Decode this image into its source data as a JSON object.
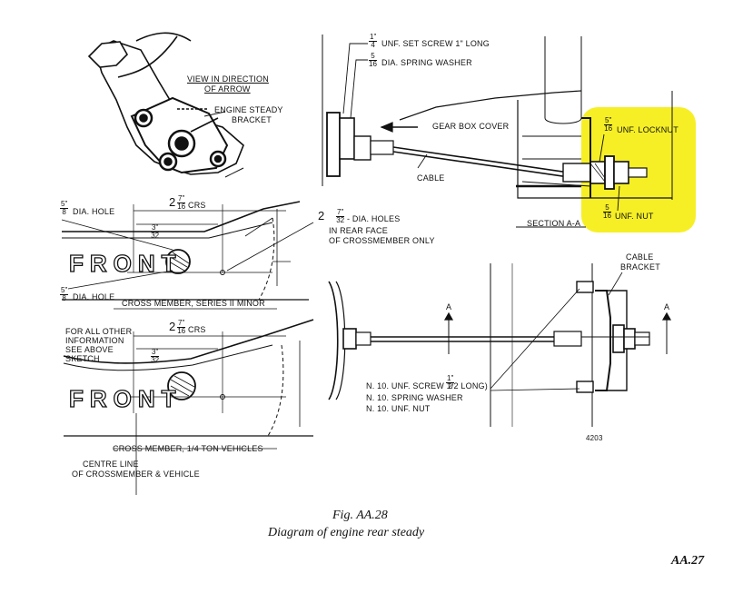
{
  "highlight_color": "#f5ec00",
  "top_left": {
    "view_direction": [
      "VIEW IN DIRECTION",
      "OF ARROW"
    ],
    "engine_bracket": [
      "ENGINE STEADY",
      "BRACKET"
    ]
  },
  "section_aa": {
    "set_screw": "UNF. SET SCREW 1\" LONG",
    "set_screw_frac": [
      "1\"",
      "4"
    ],
    "spring_washer": "DIA. SPRING WASHER",
    "spring_washer_frac": [
      "5",
      "16"
    ],
    "gear_box_cover": "GEAR BOX COVER",
    "cable": "CABLE",
    "locknut": "UNF. LOCKNUT",
    "locknut_frac": [
      "5\"",
      "16"
    ],
    "unf_nut": "UNF. NUT",
    "unf_nut_frac": [
      "5",
      "16"
    ],
    "section_label": "SECTION A-A"
  },
  "crossmember_minor": {
    "dia_hole_top": "DIA. HOLE",
    "dia_hole_top_frac": [
      "5\"",
      "8"
    ],
    "crs": "CRS",
    "crs_frac_whole": "2",
    "crs_frac": [
      "7\"",
      "16"
    ],
    "holes_note": [
      "- DIA. HOLES",
      "IN REAR FACE",
      "OF CROSSMEMBER ONLY"
    ],
    "holes_prefix": "2",
    "holes_frac": [
      "7\"",
      "32"
    ],
    "dim_small": [
      "3\"",
      "32"
    ],
    "dia_hole_bottom": "DIA. HOLE",
    "dia_hole_bottom_frac": [
      "5\"",
      "8"
    ],
    "front_text": "FRONT",
    "caption": "CROSS MEMBER, SERIES II MINOR"
  },
  "crossmember_ton": {
    "other_info": [
      "FOR ALL OTHER",
      "INFORMATION",
      "SEE ABOVE",
      "SKETCH"
    ],
    "crs": "CRS",
    "crs_frac_whole": "2",
    "crs_frac": [
      "7\"",
      "16"
    ],
    "dim_small": [
      "3\"",
      "32"
    ],
    "front_text": "FRONT",
    "caption": "CROSS MEMBER, 1/4 TON VEHICLES",
    "centre_line": [
      "CENTRE LINE",
      "OF CROSSMEMBER & VEHICLE"
    ]
  },
  "plan_view": {
    "cable_bracket": [
      "CABLE",
      "BRACKET"
    ],
    "arrow_label_left": "A",
    "arrow_label_right": "A",
    "screw": "N. 10. UNF. SCREW 1/2 LONG)",
    "screw_frac": [
      "1\"",
      "2"
    ],
    "washer": "N. 10. SPRING WASHER",
    "nut": "N. 10. UNF. NUT",
    "fig_number": "4203"
  },
  "figure": {
    "number": "Fig. AA.28",
    "title": "Diagram of engine rear steady",
    "page": "AA.27"
  }
}
